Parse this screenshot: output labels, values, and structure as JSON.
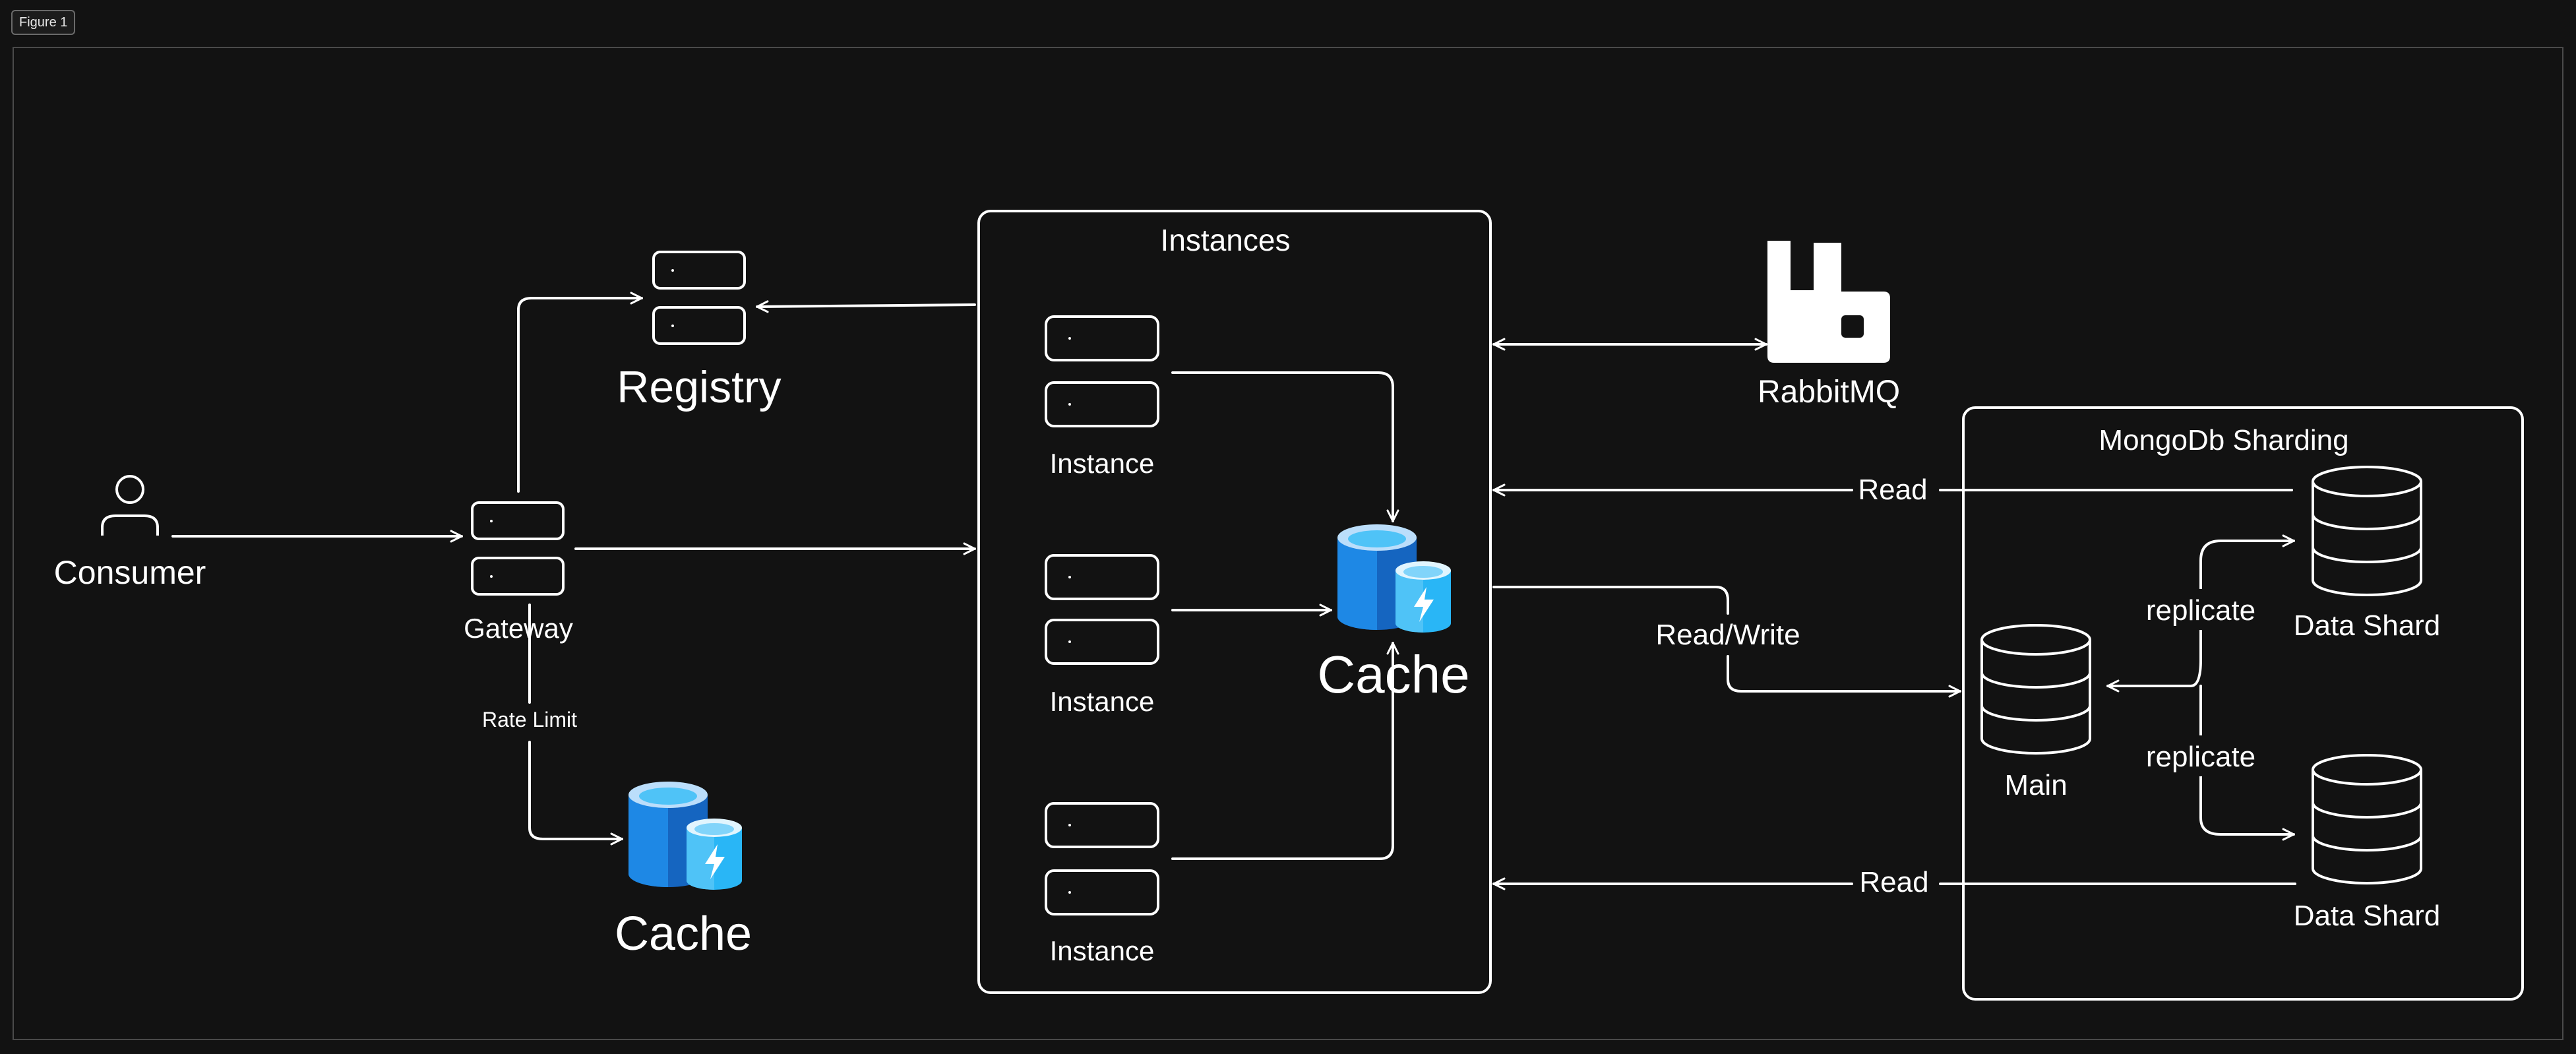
{
  "frame": {
    "label": "Figure 1"
  },
  "colors": {
    "background": "#121212",
    "stroke": "#ffffff",
    "frame_border": "#4a4a4a",
    "cache_dark": "#1565c0",
    "cache_light": "#29b6f6"
  },
  "consumer": {
    "label": "Consumer",
    "icon": "user-icon"
  },
  "gateway": {
    "label": "Gateway",
    "rate_limit_label": "Rate Limit"
  },
  "registry": {
    "label": "Registry"
  },
  "gateway_cache": {
    "label": "Cache",
    "icon": "cache-icon"
  },
  "instances_group": {
    "title": "Instances",
    "instances": [
      {
        "label": "Instance"
      },
      {
        "label": "Instance"
      },
      {
        "label": "Instance"
      }
    ]
  },
  "shared_cache": {
    "label": "Cache",
    "icon": "cache-icon"
  },
  "rabbitmq": {
    "label": "RabbitMQ",
    "icon": "rabbitmq-icon"
  },
  "mongodb": {
    "title": "MongoDb Sharding",
    "main": {
      "label": "Main"
    },
    "shards": [
      {
        "label": "Data Shard"
      },
      {
        "label": "Data Shard"
      }
    ],
    "replicate_label_top": "replicate",
    "replicate_label_bottom": "replicate"
  },
  "edges": {
    "read_top": "Read",
    "read_write": "Read/Write",
    "read_bottom": "Read"
  }
}
